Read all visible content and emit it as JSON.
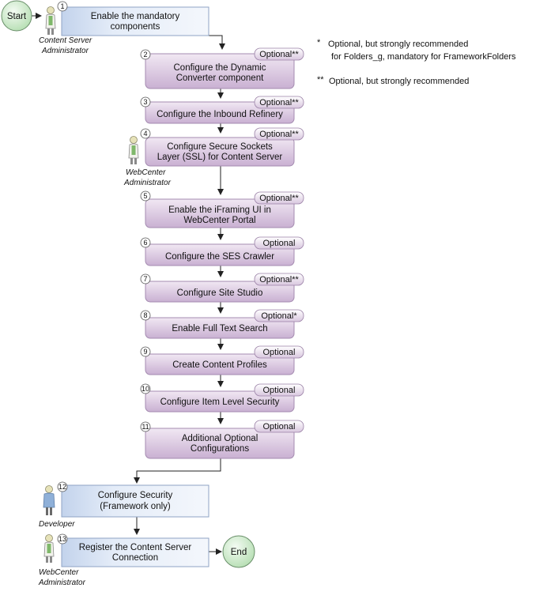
{
  "start_label": "Start",
  "end_label": "End",
  "notes": {
    "n1_mark": "*",
    "n1_line1": "Optional, but strongly recommended",
    "n1_line2": "for Folders_g, mandatory for FrameworkFolders",
    "n2_mark": "**",
    "n2_line1": "Optional, but strongly recommended"
  },
  "roles": {
    "cs_admin_1": "Content Server",
    "cs_admin_2": "Administrator",
    "wc_admin_1": "WebCenter",
    "wc_admin_2": "Administrator",
    "developer": "Developer",
    "wc_admin_b1": "WebCenter",
    "wc_admin_b2": "Administrator"
  },
  "steps": [
    {
      "num": "1",
      "line1": "Enable the mandatory",
      "line2": "components",
      "badge": ""
    },
    {
      "num": "2",
      "line1": "Configure the Dynamic",
      "line2": "Converter component",
      "badge": "Optional**"
    },
    {
      "num": "3",
      "line1": "Configure the Inbound Refinery",
      "line2": "",
      "badge": "Optional**"
    },
    {
      "num": "4",
      "line1": "Configure Secure Sockets",
      "line2": "Layer (SSL) for Content Server",
      "badge": "Optional**"
    },
    {
      "num": "5",
      "line1": "Enable the iFraming UI in",
      "line2": "WebCenter Portal",
      "badge": "Optional**"
    },
    {
      "num": "6",
      "line1": "Configure the SES Crawler",
      "line2": "",
      "badge": "Optional"
    },
    {
      "num": "7",
      "line1": "Configure Site Studio",
      "line2": "",
      "badge": "Optional**"
    },
    {
      "num": "8",
      "line1": "Enable Full Text Search",
      "line2": "",
      "badge": "Optional*"
    },
    {
      "num": "9",
      "line1": "Create Content Profiles",
      "line2": "",
      "badge": "Optional"
    },
    {
      "num": "10",
      "line1": "Configure Item Level Security",
      "line2": "",
      "badge": "Optional"
    },
    {
      "num": "11",
      "line1": "Additional Optional",
      "line2": "Configurations",
      "badge": "Optional"
    },
    {
      "num": "12",
      "line1": "Configure Security",
      "line2": "(Framework only)",
      "badge": ""
    },
    {
      "num": "13",
      "line1": "Register the Content Server",
      "line2": "Connection",
      "badge": ""
    }
  ],
  "colors": {
    "blue_box": "#dfe8f5",
    "purple_box": "#d9c6df",
    "terminal": "#c9e9c7"
  }
}
